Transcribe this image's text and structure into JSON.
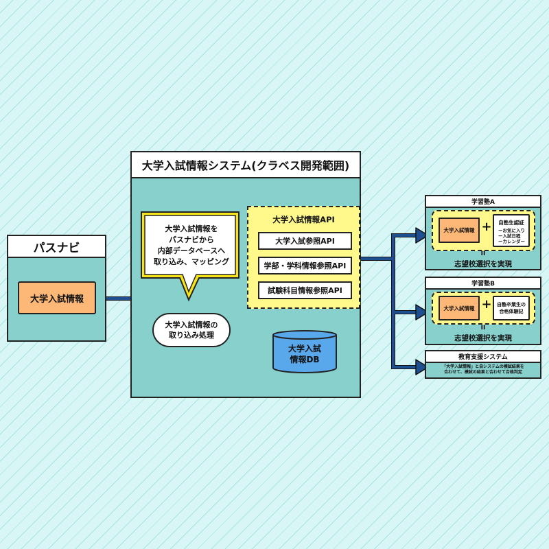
{
  "diagram": {
    "colors": {
      "background": "#d8f6f6",
      "panel": "#88d0cc",
      "highlight": "#fff88a",
      "source_item": "#fdb877",
      "database": "#5aa8ec",
      "arrow": "#1d4f91",
      "callout_border": "#f7e51a"
    },
    "pasunavi": {
      "title": "パスナビ",
      "item": "大学入試情報"
    },
    "system": {
      "title": "大学入試情報システム(クラベス開発範囲)",
      "callout_lines": [
        "大学入試情報を",
        "パスナビから",
        "内部データベースへ",
        "取り込み、マッピング"
      ],
      "import_process_lines": [
        "大学入試情報の",
        "取り込み処理"
      ],
      "database_lines": [
        "大学入試",
        "情報DB"
      ],
      "api_group": {
        "title": "大学入試情報API",
        "items": [
          "大学入試参照API",
          "学部・学科情報参照API",
          "試験科目情報参照API"
        ]
      }
    },
    "consumers": [
      {
        "title": "学習塾A",
        "left_item": "大学入試情報",
        "plus": "+",
        "right_title": "自塾生認証",
        "right_items": [
          "ーお気に入り",
          "ー入試日程",
          "ーカレンダー"
        ],
        "equals": "II",
        "result": "志望校選択を実現"
      },
      {
        "title": "学習塾B",
        "left_item": "大学入試情報",
        "plus": "+",
        "right_lines": [
          "自塾卒業生の",
          "合格体験記"
        ],
        "equals": "II",
        "result": "志望校選択を実現"
      },
      {
        "title": "教育支援システム",
        "description_lines": [
          "「大学入試情報」と自システムの模試結果を",
          "合わせて、模試の結果と合わせて合格判定"
        ]
      }
    ]
  }
}
